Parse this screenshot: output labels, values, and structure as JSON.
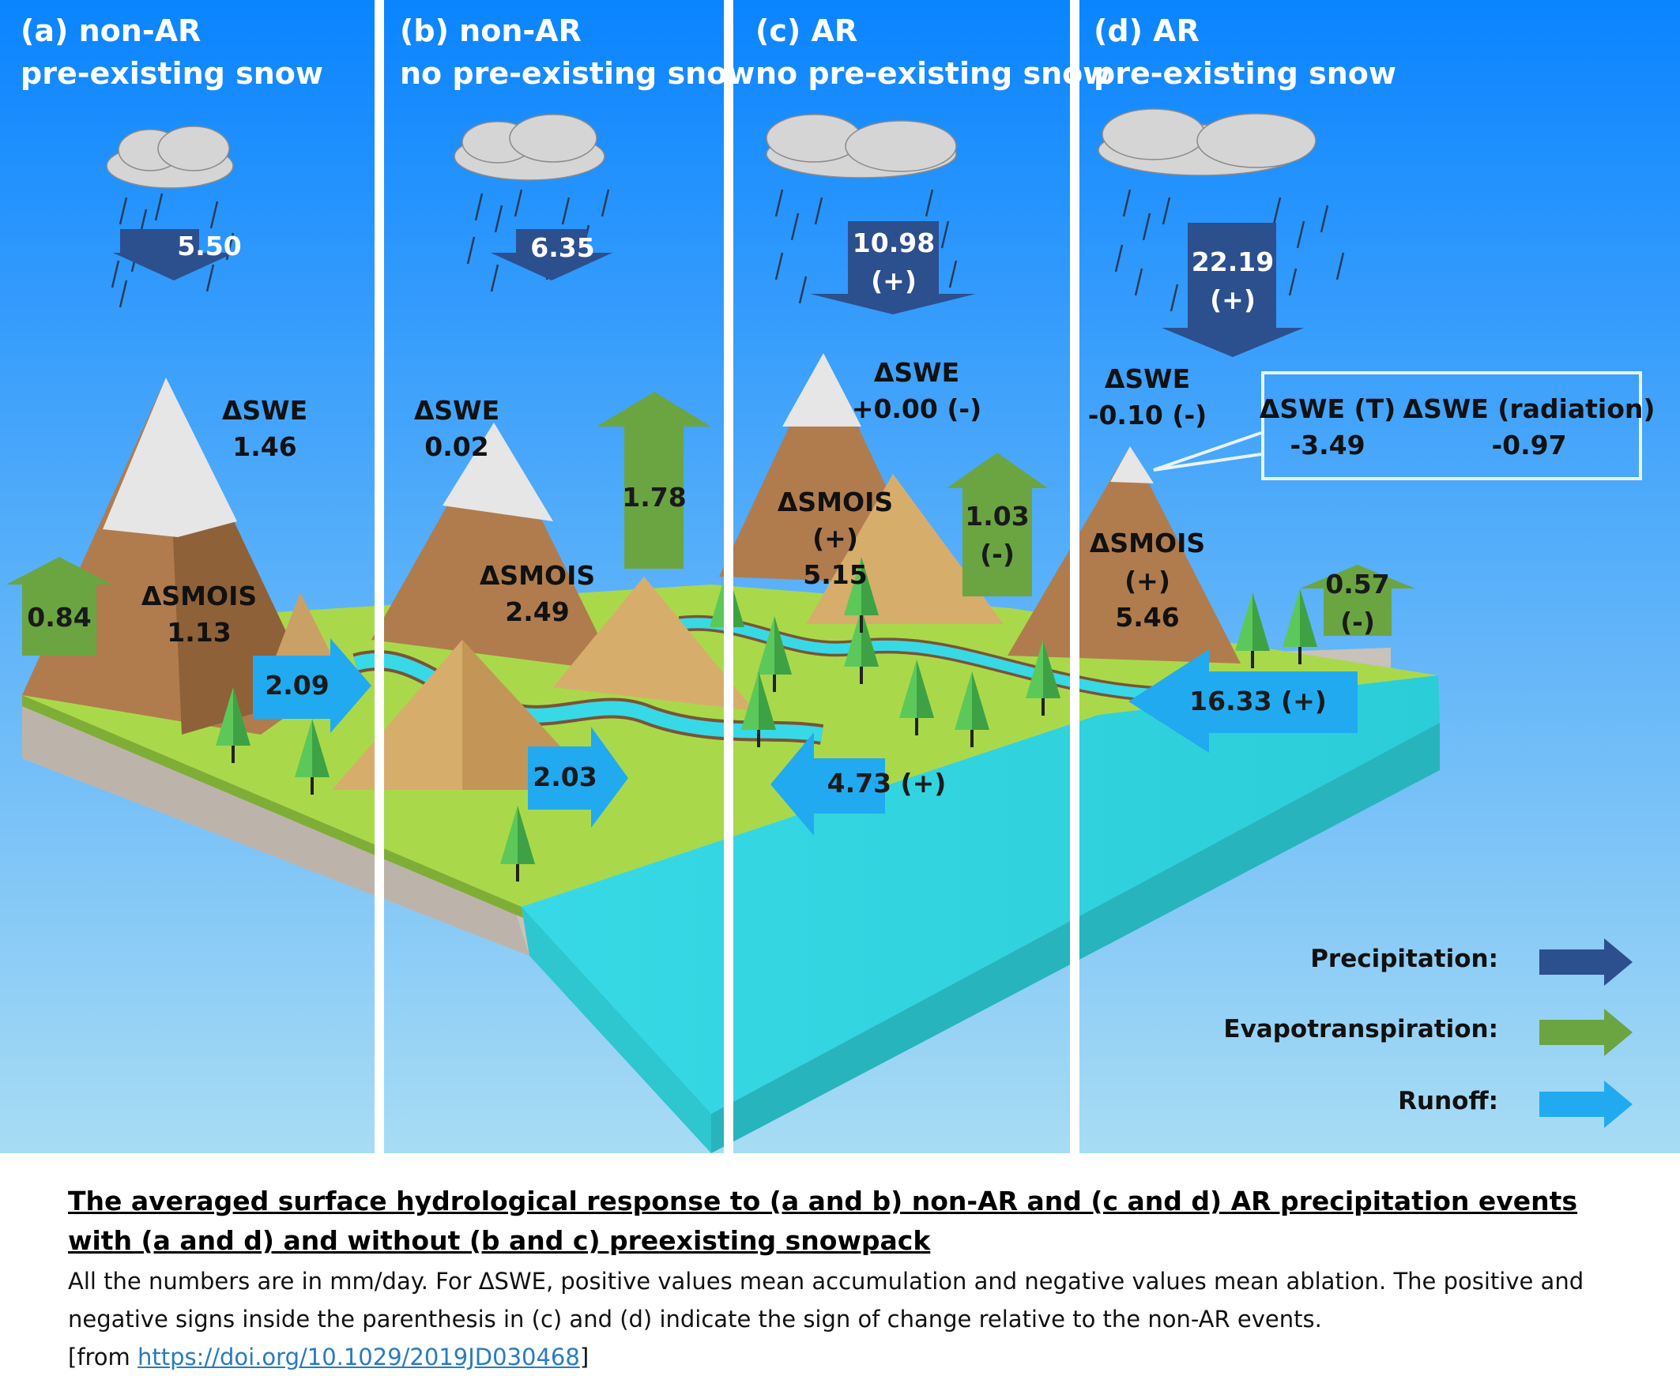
{
  "colors": {
    "sky_top": "#0a84ff",
    "sky_bottom": "#a8dcf4",
    "precipitation": "#2c4f8e",
    "evapotranspiration": "#6aa542",
    "runoff": "#21aaf0",
    "water": "#2fd3de",
    "land": "#a9d94a",
    "mountain": "#b07c4e",
    "snow": "#e6e6e6"
  },
  "panels": [
    {
      "id": "a",
      "title_line1": "(a) non-AR",
      "title_line2": "pre-existing snow",
      "precipitation": "5.50",
      "swe_label": "ΔSWE",
      "swe_value": "1.46",
      "smois_label": "ΔSMOIS",
      "smois_value": "1.13",
      "evapotranspiration": "0.84",
      "runoff": "2.09"
    },
    {
      "id": "b",
      "title_line1": "(b) non-AR",
      "title_line2": "no pre-existing snow",
      "precipitation": "6.35",
      "swe_label": "ΔSWE",
      "swe_value": "0.02",
      "smois_label": "ΔSMOIS",
      "smois_value": "2.49",
      "evapotranspiration": "1.78",
      "runoff": "2.03"
    },
    {
      "id": "c",
      "title_line1": "(c) AR",
      "title_line2": "no pre-existing snow",
      "precipitation": "10.98",
      "precipitation_sign": "(+)",
      "swe_label": "ΔSWE",
      "swe_value": "+0.00 (-)",
      "smois_label": "ΔSMOIS",
      "smois_sign": "(+)",
      "smois_value": "5.15",
      "evapotranspiration": "1.03",
      "evapotranspiration_sign": "(-)",
      "runoff": "4.73 (+)"
    },
    {
      "id": "d",
      "title_line1": "(d) AR",
      "title_line2": "pre-existing snow",
      "precipitation": "22.19",
      "precipitation_sign": "(+)",
      "swe_label": "ΔSWE",
      "swe_value": "-0.10 (-)",
      "swe_t_label": "ΔSWE (T)",
      "swe_t_value": "-3.49",
      "swe_rad_label": "ΔSWE (radiation)",
      "swe_rad_value": "-0.97",
      "smois_label": "ΔSMOIS",
      "smois_sign": "(+)",
      "smois_value": "5.46",
      "evapotranspiration": "0.57",
      "evapotranspiration_sign": "(-)",
      "runoff": "16.33 (+)"
    }
  ],
  "legend": {
    "precipitation": "Precipitation:",
    "evapotranspiration": "Evapotranspiration:",
    "runoff": "Runoff:"
  },
  "caption": {
    "title": "The averaged surface hydrological response to (a and b) non-AR and (c and d) AR precipitation events with (a and d) and without (b and c) preexisting snowpack",
    "body": "All the numbers are in mm/day. For ΔSWE, positive values mean accumulation and negative values mean ablation. The positive and negative signs inside the parenthesis in (c) and (d) indicate the sign of change relative to the non-AR events.",
    "source_prefix": "[from ",
    "source_link": "https://doi.org/10.1029/2019JD030468",
    "source_suffix": "]"
  }
}
